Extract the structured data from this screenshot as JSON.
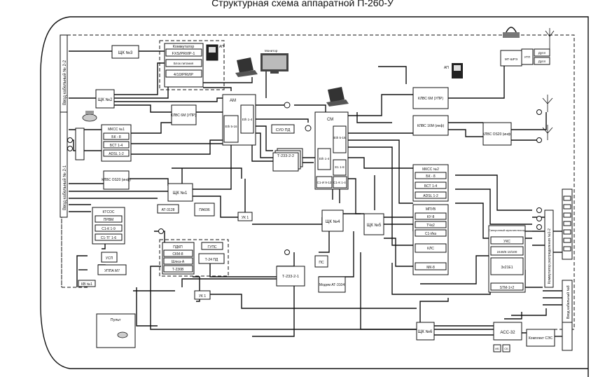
{
  "title": "Структурная схема аппаратной П-260-У",
  "blocks": {
    "shk3": "ЩК №3",
    "shk2": "ЩК №2",
    "shk1": "ЩК №1",
    "shk4": "ЩК №4",
    "shk5": "ЩК №5",
    "shk6": "ЩК №6",
    "komm_title": "Коммутатор",
    "komm_fxs": "FXS/PRI/IP-1",
    "komm_block": "Блок питания",
    "komm_410": "4/10/PRI/IP",
    "ap1": "АП",
    "ap2": "АП",
    "monitor": "Монитор",
    "am": "АМ",
    "am_eth1": "Eth 5-16",
    "am_eth2": "Eth 1-4",
    "sm": "СМ",
    "sm_eth1": "Eth 5-16",
    "sm_eth2": "Eth 1-4",
    "sm_e1": "E1 1-8",
    "sm_c1a": "С1-И 9-12",
    "sm_c1b": "С1-К 1-4",
    "klvs1": "КЛВС 6М (УПР)",
    "klvs_os20_left": "КЛВС OS20 (инф)",
    "klvs_6m_right": "КЛВС 6М (УПР)",
    "klvs_16m": "КЛВС 16М (инф)",
    "klvs_os20_right": "КЛВС OS20 (инф)",
    "mkss1_title": "МКСС №1",
    "mkss1_bk": "БК - 8",
    "mkss1_bst": "БСТ 1-4",
    "mkss1_adsl": "ADSL 1-2",
    "mkss2_title": "МКСС №2",
    "mkss2_bk": "БК - 8",
    "mkss2_bst": "БСТ 1-4",
    "mkss2_adsl": "ADSL 1-2",
    "suo": "СУО ПД",
    "t2332": "Т-233-2-2",
    "t2331": "Т-233-2-1",
    "at3128": "АТ-3128",
    "pa696": "ПА696",
    "ktsos": "КТСОС",
    "prpm": "ПРВМ",
    "c1k": "С1-К 1-9",
    "c1tg": "С1-ТГ 1-6",
    "usp": "УСП",
    "uppa": "УППА М7",
    "uk1": "УК 1",
    "uk2": "УК 1",
    "pdkp": "ПДКП",
    "skm": "СКМ-8",
    "shlyuz": "Шлюз-А",
    "t236": "Т-236В",
    "guss": "ГУПС",
    "t24": "Т-24 ПД",
    "mpuv": "МПУВ",
    "ku8": "КУ-8",
    "tch2": "ТЧх2",
    "c1ik": "С1-Икз",
    "kls": "КЛС",
    "mk8": "МК-8",
    "sync_title": "Синхронный мультиплексор",
    "uks": "УКС",
    "m2400": "2448/6 10/100",
    "e21e1": "3х21Е1",
    "stm": "STM-1×2",
    "modem": "Модем АТ-3104",
    "ps": "ПС",
    "acc": "АСС-32",
    "kompl": "Комплект СЭС",
    "mt": "МТ-ШРЭ",
    "utp": "УТП",
    "dupl1": "Дупл",
    "dupl2": "Дупл",
    "pult": "Пульт",
    "kvn": "КВ №1",
    "ib": "ИБ",
    "sb": "СБ"
  },
  "side_labels": {
    "left_top": "Ввод кабельный № 2-2",
    "left_mid": "Ввод кабельный № 2-1",
    "right_top": "Коммутатор распределения №1-2",
    "right_bottom": "Ввод кабельный №8"
  }
}
